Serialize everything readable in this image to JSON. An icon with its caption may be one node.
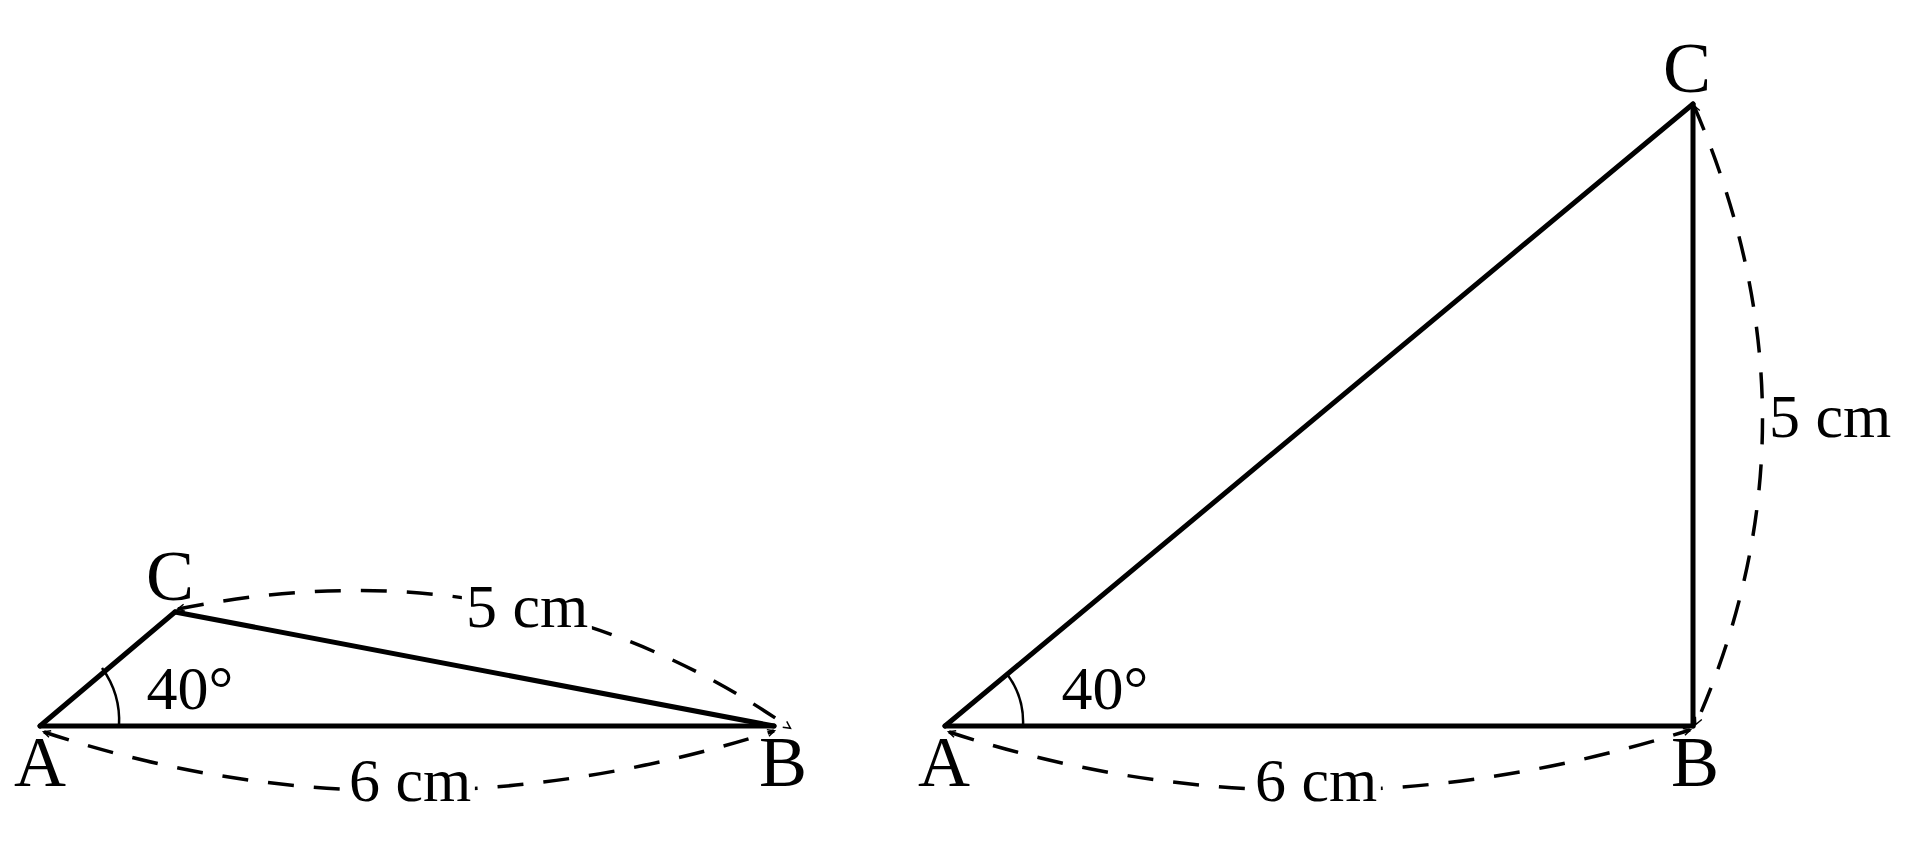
{
  "diagram": {
    "nodes": [
      {
        "text": [
          "A"
        ]
      },
      {
        "text": [
          "B"
        ]
      },
      {
        "text": [
          "C"
        ]
      },
      {
        "text": [
          "A"
        ]
      },
      {
        "text": [
          "B"
        ]
      },
      {
        "text": [
          "C"
        ]
      }
    ],
    "edges": [
      {
        "from": 0,
        "to": 1,
        "arrow": "none"
      },
      {
        "from": 0,
        "to": 2,
        "arrow": "none"
      },
      {
        "from": 2,
        "to": 1,
        "arrow": "none"
      },
      {
        "from": 3,
        "to": 4,
        "arrow": "none"
      },
      {
        "from": 3,
        "to": 5,
        "arrow": "none"
      },
      {
        "from": 5,
        "to": 4,
        "arrow": "none"
      }
    ],
    "labels": [
      "40°",
      "5 cm",
      "6 cm",
      "40°",
      "5 cm",
      "6 cm"
    ]
  }
}
